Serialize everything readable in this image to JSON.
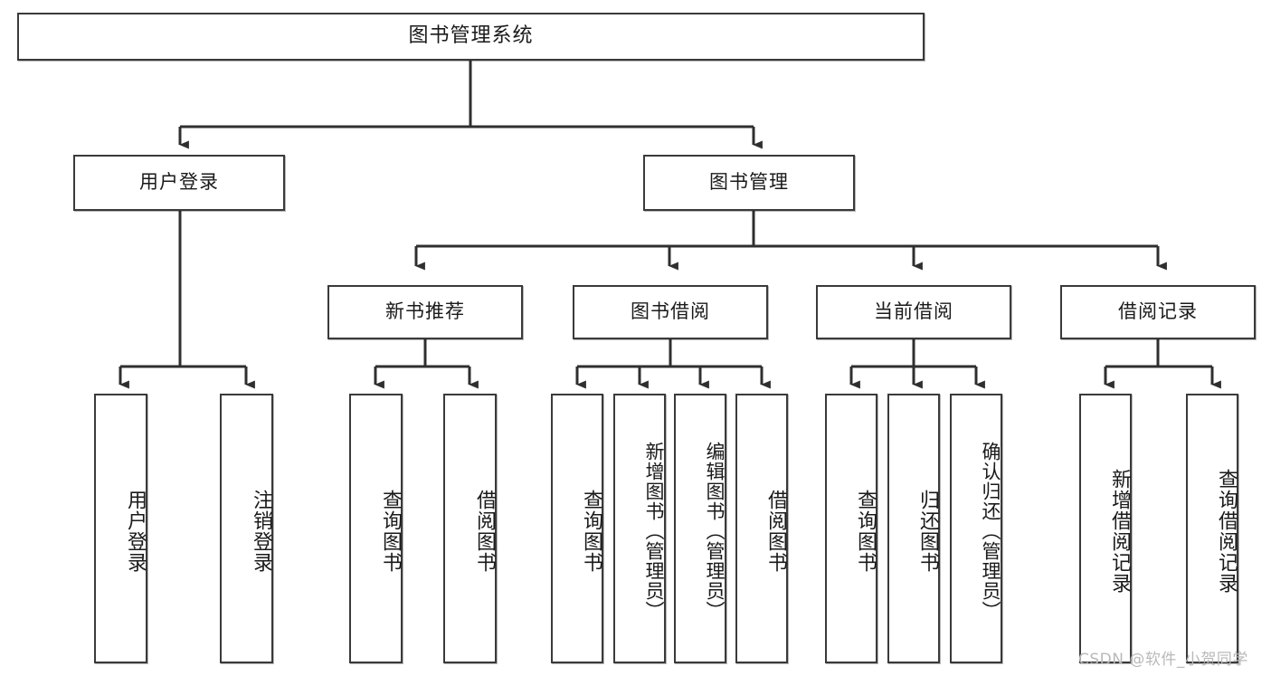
{
  "diagram": {
    "title": "图书管理系统",
    "type": "tree-hierarchy-chart",
    "root": {
      "label": "图书管理系统"
    },
    "level2": [
      {
        "id": "user-login",
        "label": "用户登录"
      },
      {
        "id": "book-manage",
        "label": "图书管理"
      }
    ],
    "level3": [
      {
        "id": "new-book-recommend",
        "label": "新书推荐"
      },
      {
        "id": "book-borrow",
        "label": "图书借阅"
      },
      {
        "id": "current-borrow",
        "label": "当前借阅"
      },
      {
        "id": "borrow-record",
        "label": "借阅记录"
      }
    ],
    "leaves": [
      {
        "id": "leaf-user-login",
        "label": "用户登录"
      },
      {
        "id": "leaf-logout-login",
        "label": "注销登录"
      },
      {
        "id": "leaf-query-book-1",
        "label": "查询图书"
      },
      {
        "id": "leaf-borrow-book-1",
        "label": "借阅图书"
      },
      {
        "id": "leaf-query-book-2",
        "label": "查询图书"
      },
      {
        "id": "leaf-add-book",
        "label": "新增图书（管理员）"
      },
      {
        "id": "leaf-edit-book",
        "label": "编辑图书（管理员）"
      },
      {
        "id": "leaf-borrow-book-2",
        "label": "借阅图书"
      },
      {
        "id": "leaf-query-book-3",
        "label": "查询图书"
      },
      {
        "id": "leaf-return-book",
        "label": "归还图书"
      },
      {
        "id": "leaf-confirm-return",
        "label": "确认归还（管理员）"
      },
      {
        "id": "leaf-add-record",
        "label": "新增借阅记录"
      },
      {
        "id": "leaf-query-record",
        "label": "查询借阅记录"
      }
    ]
  },
  "watermark": {
    "text": "CSDN @软件_小贺同学"
  },
  "colors": {
    "box_border": "#3a3a3a",
    "box_fill": "#ffffff",
    "line": "#2f2f2f",
    "text": "#1a1a1a",
    "watermark": "#b9b9b9",
    "background": "#ffffff"
  }
}
